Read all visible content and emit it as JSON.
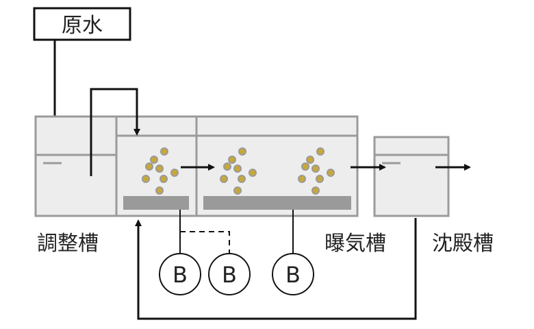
{
  "labels": {
    "raw_water": "原水",
    "adjustment_tank": "調整槽",
    "aeration_tank": "曝気槽",
    "settling_tank": "沈殿槽"
  },
  "blowers": [
    {
      "label": "B"
    },
    {
      "label": "B"
    },
    {
      "label": "B"
    }
  ],
  "colors": {
    "tank_fill": "#ededed",
    "tank_stroke": "#9a9a9a",
    "diffuser": "#9a9a9a",
    "bubble": "#c8a838",
    "line": "#111111"
  }
}
